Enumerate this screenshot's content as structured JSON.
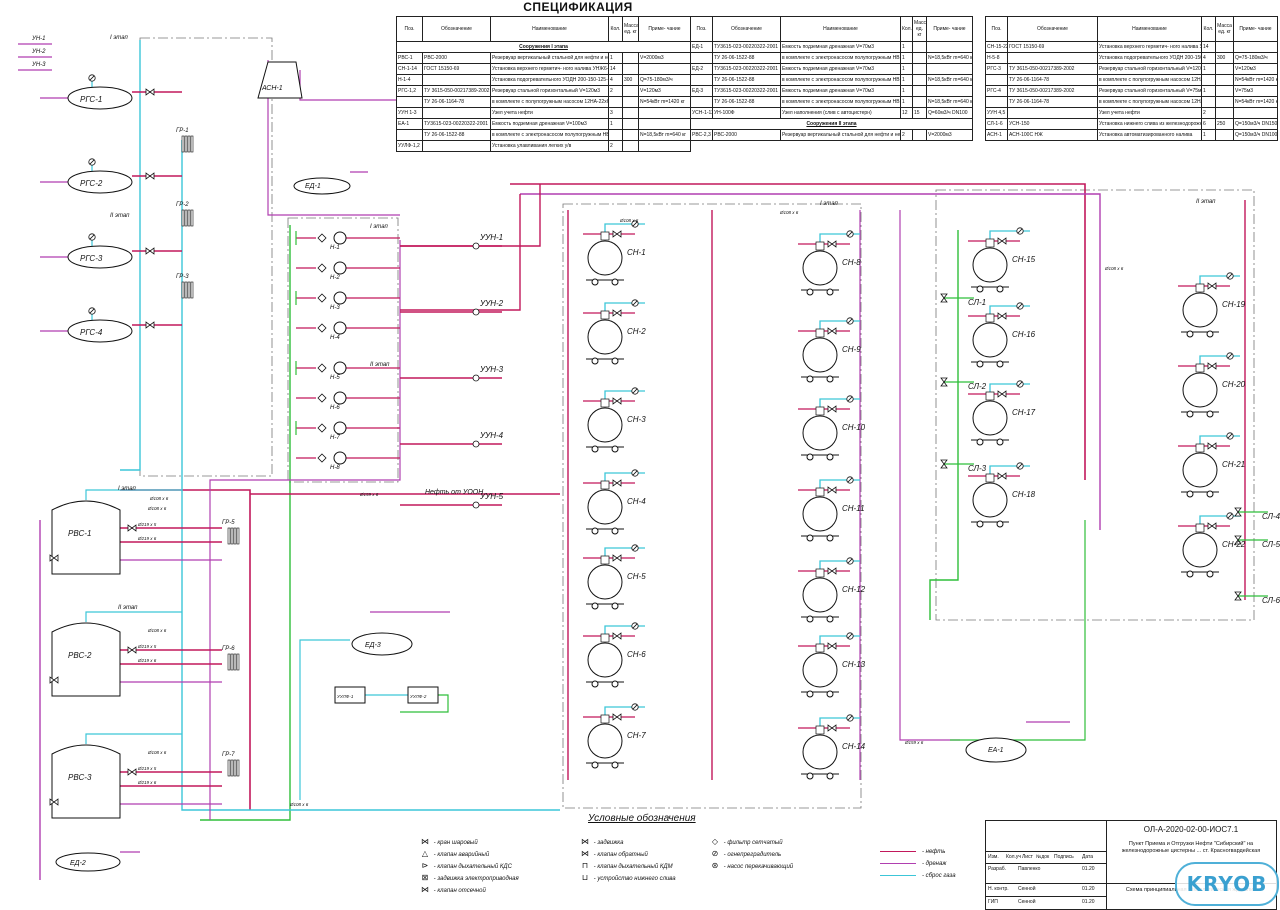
{
  "spec": {
    "title": "СПЕЦИФИКАЦИЯ",
    "headers": [
      "Поз.",
      "Обозначение",
      "Наименование",
      "Кол.",
      "Масса ед. кг",
      "Приме- чание"
    ],
    "table1": [
      {
        "sec": "Сооружения I этапа"
      },
      {
        "c": [
          "РВС-1",
          "РВС-2000",
          "Резервуар вертикальный стальной для нефти и нефтепродуктов",
          "1",
          "",
          "V=2000м3"
        ]
      },
      {
        "c": [
          "СН-1-14",
          "ГОСТ 15150-69",
          "Установка верхнего герметич- ного налива УНЖ6-100АС-03",
          "14",
          "",
          ""
        ]
      },
      {
        "c": [
          "Н-1-4",
          "",
          "Установка подогревательного УОДН 200-150-125-30-Т",
          "4",
          "300",
          "Q=75-180м3/ч"
        ]
      },
      {
        "c": [
          "РГС-1,2",
          "ТУ 3615-050-00217389-2002",
          "Резервуар стальной горизонтальный V=120м3",
          "2",
          "",
          "V=120м3"
        ]
      },
      {
        "c": [
          "",
          "ТУ 26-06-1164-78",
          "в комплекте с полупогружным насосом 12НА-22х6-У-3050-II-УХЛ1",
          "",
          "",
          "N=54кВт m=1420 кг"
        ]
      },
      {
        "c": [
          "УУН 1-3",
          "",
          "Узел учета нефти",
          "3",
          "",
          ""
        ]
      },
      {
        "c": [
          "ЕА-1",
          "ТУ3615-023-00220322-2001",
          "Емкость подземная дренажная V=100м3",
          "1",
          "",
          ""
        ]
      },
      {
        "c": [
          "",
          "ТУ 26-06-1522-88",
          "в комплекте с электронасосом полупогружным НВ 50/50",
          "",
          "",
          "N=18,5кВт m=640 кг"
        ]
      },
      {
        "c": [
          "УУЛФ-1,2",
          "",
          "Установка улавливания легких у/в",
          "2",
          "",
          ""
        ]
      }
    ],
    "table2": [
      {
        "c": [
          "ЕД-1",
          "ТУ3615-023-00220322-2001",
          "Емкость подземная дренажная V=70м3",
          "1",
          "",
          ""
        ]
      },
      {
        "c": [
          "",
          "ТУ 26-06-1522-88",
          "в комплекте с электронасосом полупогружным НВ 50/50",
          "1",
          "",
          "N=18,5кВт m=640 кг"
        ]
      },
      {
        "c": [
          "ЕД-2",
          "ТУ3615-023-00220322-2001",
          "Емкость подземная дренажная V=70м3",
          "1",
          "",
          ""
        ]
      },
      {
        "c": [
          "",
          "ТУ 26-06-1522-88",
          "в комплекте с электронасосом полупогружным НВ 50/50",
          "1",
          "",
          "N=18,5кВт m=640 кг"
        ]
      },
      {
        "c": [
          "ЕД-3",
          "ТУ3615-023-00220322-2001",
          "Емкость подземная дренажная V=70м3",
          "1",
          "",
          ""
        ]
      },
      {
        "c": [
          "",
          "ТУ 26-06-1522-88",
          "в комплекте с электронасосом полупогружным НВ 50/50",
          "1",
          "",
          "N=18,5кВт m=640 кг"
        ]
      },
      {
        "c": [
          "УСН-1-12",
          "УН-100Ф",
          "Узел наполнения (слив с автоцистерн)",
          "12",
          "15",
          "Q=60м3/ч DN100"
        ]
      },
      {
        "sec": "Сооружения II этапа"
      },
      {
        "c": [
          "РВС-2,3",
          "РВС-2000",
          "Резервуар вертикальный стальной для нефти и нефтепродуктов",
          "2",
          "",
          "V=2000м3"
        ]
      }
    ],
    "table3": [
      {
        "c": [
          "СН-15-22",
          "ГОСТ 15150-69",
          "Установка верхнего герметич- ного налива УНЖ6-100АС-03",
          "14",
          "",
          ""
        ]
      },
      {
        "c": [
          "Н-5-8",
          "",
          "Установка подогревательного УОДН 200-150-125-30-Т",
          "4",
          "300",
          "Q=75-180м3/ч"
        ]
      },
      {
        "c": [
          "РГС-3",
          "ТУ 3615-050-00217389-2002",
          "Резервуар стальной горизонтальный V=120м3",
          "1",
          "",
          "V=120м3"
        ]
      },
      {
        "c": [
          "",
          "ТУ 26-06-1164-78",
          "в комплекте с полупогружным насосом 12НА-22х6-У-3050-II-УХЛ1",
          "",
          "",
          "N=54кВт m=1420 кг"
        ]
      },
      {
        "c": [
          "РГС-4",
          "ТУ 3615-050-00217389-2002",
          "Резервуар стальной горизонтальный V=75м3",
          "1",
          "",
          "V=75м3"
        ]
      },
      {
        "c": [
          "",
          "ТУ 26-06-1164-78",
          "в комплекте с полупогружным насосом 12НА-22х6-У-3050-II-УХЛ1",
          "",
          "",
          "N=54кВт m=1420 кг"
        ]
      },
      {
        "c": [
          "УУН 4,5",
          "",
          "Узел учета нефти",
          "2",
          "",
          ""
        ]
      },
      {
        "c": [
          "СЛ-1-6",
          "УСН-150",
          "Установка нижнего слива из железнодорожных цистерн",
          "6",
          "250",
          "Q=150м3/ч DN150"
        ]
      },
      {
        "c": [
          "АСН-1",
          "АСН-100С НЖ",
          "Установка автоматизированного налива",
          "1",
          "",
          "Q=150м3/ч DN100"
        ]
      }
    ]
  },
  "stages": {
    "st1": "I этап",
    "st2": "II этап"
  },
  "rgs": [
    "РГС-1",
    "РГС-2",
    "РГС-3",
    "РГС-4"
  ],
  "un": [
    "УН-1",
    "УН-2",
    "УН-3"
  ],
  "rvs": [
    "РВС-1",
    "РВС-2",
    "РВС-3"
  ],
  "gr": [
    "ГР-1",
    "ГР-2",
    "ГР-3",
    "ГР-5",
    "ГР-6",
    "ГР-7"
  ],
  "pumps": [
    "Н-1",
    "Н-2",
    "Н-3",
    "Н-4",
    "Н-5",
    "Н-6",
    "Н-7",
    "Н-8"
  ],
  "uun": [
    "УУН-1",
    "УУН-2",
    "УУН-3",
    "УУН-4",
    "УУН-5"
  ],
  "ed": [
    "ЕД-1",
    "ЕД-2",
    "ЕД-3"
  ],
  "asn": "АСН-1",
  "ea": "ЕА-1",
  "uulf": [
    "УУЛФ-1",
    "УУЛФ-2"
  ],
  "sn": [
    "СН-1",
    "СН-2",
    "СН-3",
    "СН-4",
    "СН-5",
    "СН-6",
    "СН-7",
    "СН-8",
    "СН-9",
    "СН-10",
    "СН-11",
    "СН-12",
    "СН-13",
    "СН-14",
    "СН-15",
    "СН-16",
    "СН-17",
    "СН-18",
    "СН-19",
    "СН-20",
    "СН-21",
    "СН-22"
  ],
  "sl": [
    "СЛ-1",
    "СЛ-2",
    "СЛ-3",
    "СЛ-4",
    "СЛ-5",
    "СЛ-6"
  ],
  "pipe_labels": {
    "p108": "Ø108 х 6",
    "p159": "Ø159 х 6",
    "p219": "Ø219 х 6",
    "p219b": "Ø219 х 5",
    "oil_from": "Нефть от УООН"
  },
  "legend": {
    "title": "Условные обозначения",
    "items": [
      {
        "sym": "⋈",
        "text": "- кран шаровый",
        "icon": "ball-valve-icon"
      },
      {
        "sym": "△",
        "text": "- клапан аварийный",
        "icon": "emergency-valve-icon"
      },
      {
        "sym": "⊳",
        "text": "- клапан дыхательный КДС",
        "icon": "breather-valve-icon"
      },
      {
        "sym": "⊠",
        "text": "- задвижка электроприводная",
        "icon": "electric-gate-valve-icon"
      },
      {
        "sym": "⋈",
        "text": "- клапан отсечной",
        "icon": "shutoff-valve-icon"
      },
      {
        "sym": "⋈",
        "text": "- задвижка",
        "icon": "gate-valve-icon"
      },
      {
        "sym": "⋈",
        "text": "- клапан обратный",
        "icon": "check-valve-icon"
      },
      {
        "sym": "⊓",
        "text": "- клапан дыхательный КДМ",
        "icon": "breather-valve-kdm-icon"
      },
      {
        "sym": "⊔",
        "text": "- устройство нижнего слива",
        "icon": "bottom-drain-icon"
      },
      {
        "sym": "◇",
        "text": "- фильтр сетчатый",
        "icon": "mesh-filter-icon"
      },
      {
        "sym": "⊘",
        "text": "- огнепреградитель",
        "icon": "flame-arrester-icon"
      },
      {
        "sym": "⊛",
        "text": "- насос перекачивающий",
        "icon": "transfer-pump-icon"
      }
    ],
    "lines": [
      {
        "text": "- нефть",
        "color": "#c2185b"
      },
      {
        "text": "- дренаж",
        "color": "#b03fb0"
      },
      {
        "text": "- сброс газа",
        "color": "#3cc6d8"
      }
    ]
  },
  "stamp": {
    "code": "ОЛ-А-2020-02-00-ИОС7.1",
    "object": "Пункт Приема и Отгрузки Нефти \"Сибирский\" на железнодорожные цистерны ... ст. Красногвардейская",
    "doc": "Схема принципиальная технологическая жд налив",
    "head": [
      "Изм.",
      "Кол.уч",
      "Лист",
      "№док",
      "Подпись",
      "Дата"
    ],
    "rows": [
      [
        "Разраб.",
        "Павленко",
        "01.20"
      ],
      [
        "Н. контр.",
        "Сенной",
        "01.20"
      ],
      [
        "ГИП",
        "Сенной",
        "01.20"
      ]
    ]
  },
  "watermark": "KRYOB",
  "colors": {
    "oil": "#c2185b",
    "drain": "#b03fb0",
    "gas": "#3cc6d8",
    "green": "#2fbf3a"
  }
}
